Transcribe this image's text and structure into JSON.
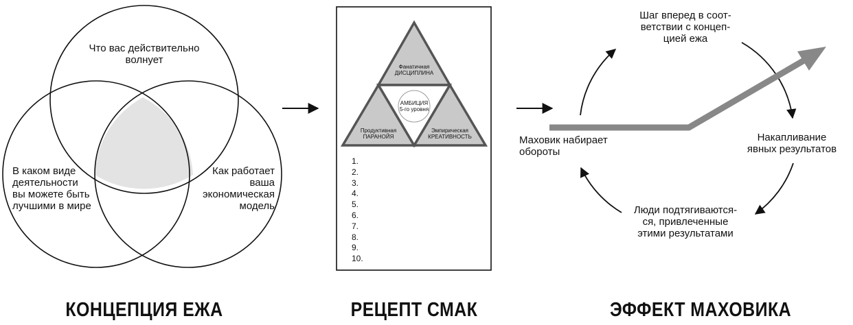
{
  "hedgehog": {
    "caption": "КОНЦЕПЦИЯ ЕЖА",
    "top_circle_line1": "Что вас действительно",
    "top_circle_line2": "волнует",
    "left_circle_line1": "В каком виде",
    "left_circle_line2": "деятельности",
    "left_circle_line3": "вы можете быть",
    "left_circle_line4": "лучшими в мире",
    "right_circle_line1": "Как работает",
    "right_circle_line2": "ваша",
    "right_circle_line3": "экономическая",
    "right_circle_line4": "модель"
  },
  "smac": {
    "caption": "РЕЦЕПТ СМАК",
    "top_tri_line1": "Фанатичная",
    "top_tri_line2": "ДИСЦИПЛИНА",
    "left_tri_line1": "Продуктивная",
    "left_tri_line2": "ПАРАНОЙЯ",
    "right_tri_line1": "Эмпирическая",
    "right_tri_line2": "КРЕАТИВНОСТЬ",
    "center_line1": "АМБИЦИЯ",
    "center_line2": "5-го уровня",
    "list": [
      "1.",
      "2.",
      "3.",
      "4.",
      "5.",
      "6.",
      "7.",
      "8.",
      "9.",
      "10."
    ]
  },
  "flywheel": {
    "caption": "ЭФФЕКТ МАХОВИКА",
    "top_line1": "Шаг вперед в соот-",
    "top_line2": "ветствии с концеп-",
    "top_line3": "цией ежа",
    "right_line1": "Накапливание",
    "right_line2": "явных результатов",
    "bottom_line1": "Люди подтягиваются-",
    "bottom_line2": "ся, привлеченные",
    "bottom_line3": "этими результатами",
    "left_line1": "Маховик набирает",
    "left_line2": "обороты"
  },
  "colors": {
    "ink": "#111111",
    "overlap_fill": "#e3e3e3",
    "triangle_fill": "#c9c9c9",
    "triangle_stroke": "#555555",
    "arrow_gray": "#888888"
  }
}
